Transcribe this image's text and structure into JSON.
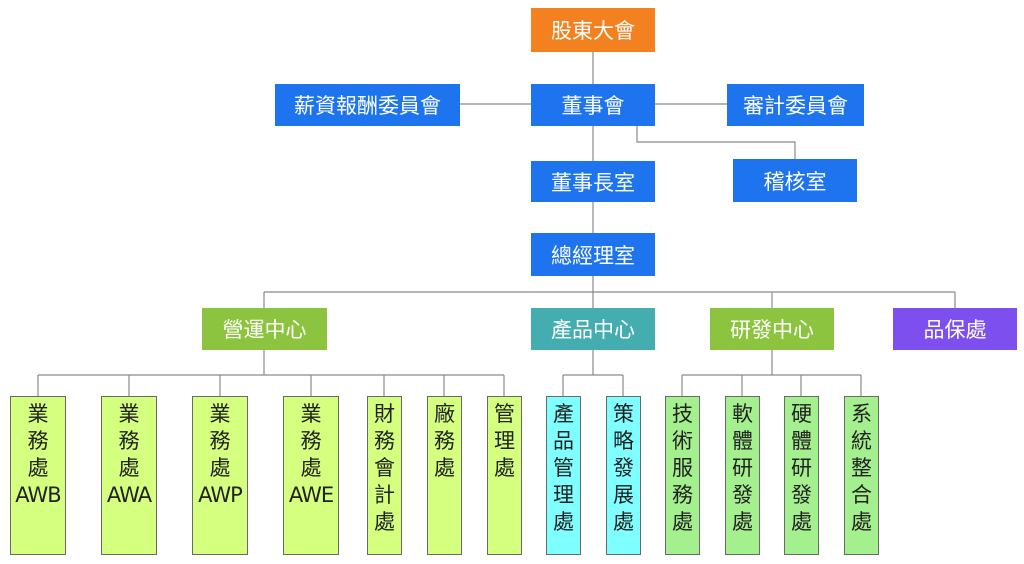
{
  "colors": {
    "top": "#f48120",
    "blue": "#1e74ee",
    "green": "#8dc43f",
    "teal": "#44adaf",
    "purple": "#7d4fef",
    "leaf_green": "#d4ff7f",
    "leaf_cyan": "#7fffff",
    "leaf_mint": "#a5f08e",
    "line": "#8a8a8a"
  },
  "nodes": {
    "shareholders": "股東大會",
    "board": "董事會",
    "compensation": "薪資報酬委員會",
    "audit_committee": "審計委員會",
    "chairman_office": "董事長室",
    "audit_office": "稽核室",
    "gm_office": "總經理室",
    "operations_center": "營運中心",
    "product_center": "產品中心",
    "rd_center": "研發中心",
    "qa_division": "品保處"
  },
  "leaves": {
    "awb": [
      "業",
      "務",
      "處",
      "AWB"
    ],
    "awa": [
      "業",
      "務",
      "處",
      "AWA"
    ],
    "awp": [
      "業",
      "務",
      "處",
      "AWP"
    ],
    "awe": [
      "業",
      "務",
      "處",
      "AWE"
    ],
    "finance": [
      "財",
      "務",
      "會",
      "計",
      "處"
    ],
    "plant": [
      "廠",
      "務",
      "處"
    ],
    "management": [
      "管",
      "理",
      "處"
    ],
    "product_mgmt": [
      "產",
      "品",
      "管",
      "理",
      "處"
    ],
    "strategy": [
      "策",
      "略",
      "發",
      "展",
      "處"
    ],
    "tech_service": [
      "技",
      "術",
      "服",
      "務",
      "處"
    ],
    "software": [
      "軟",
      "體",
      "研",
      "發",
      "處"
    ],
    "hardware": [
      "硬",
      "體",
      "研",
      "發",
      "處"
    ],
    "system_integration": [
      "系",
      "統",
      "整",
      "合",
      "處"
    ]
  }
}
